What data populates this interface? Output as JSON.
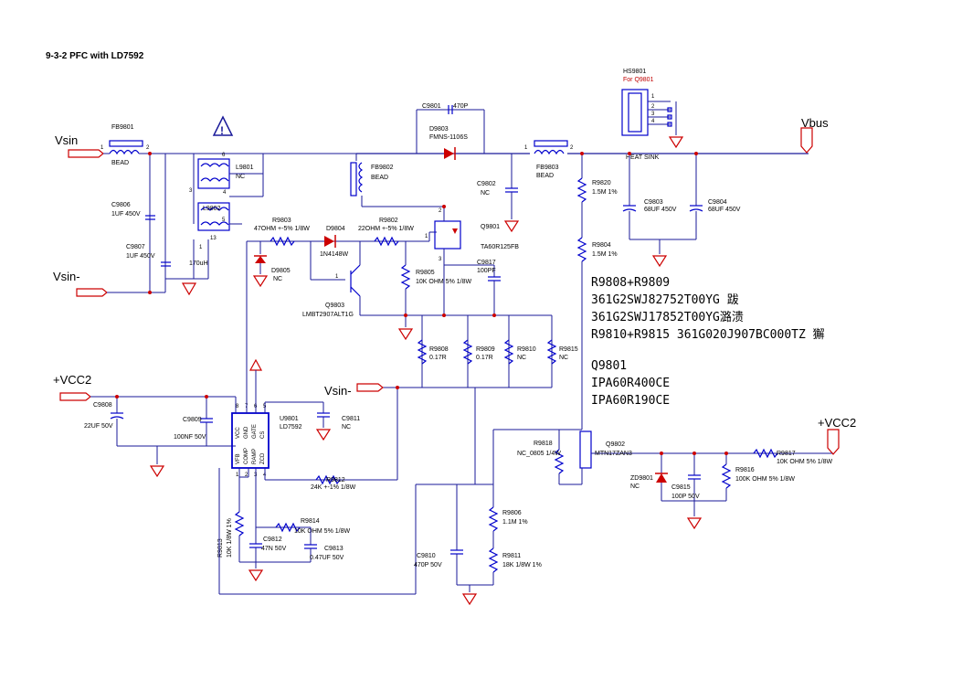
{
  "title": "9-3-2 PFC with LD7592",
  "nets": {
    "vsin_top": "Vsin",
    "vsin_minus": "Vsin-",
    "vsin_minus_mid": "Vsin-",
    "vbus": "Vbus",
    "vcc2_left": "+VCC2",
    "vcc2_right": "+VCC2"
  },
  "components": {
    "fb9801": {
      "ref": "FB9801",
      "value": "BEAD",
      "pin1": "1",
      "pin2": "2"
    },
    "c9806": {
      "ref": "C9806",
      "value": "1UF 450V"
    },
    "c9807": {
      "ref": "C9807",
      "value": "1UF 450V"
    },
    "l9801": {
      "ref": "L9801",
      "value": "NC",
      "pins": [
        "6",
        "3",
        "4",
        "1"
      ]
    },
    "l9802": {
      "ref": "L9802",
      "value": "170uH",
      "pins": [
        "5",
        "13",
        "1"
      ]
    },
    "fb9802": {
      "ref": "FB9802",
      "value": "BEAD"
    },
    "c9801": {
      "ref": "C9801",
      "value": "470P"
    },
    "d9803": {
      "ref": "D9803",
      "value": "FMNS-1106S"
    },
    "c9802": {
      "ref": "C9802",
      "value": "NC"
    },
    "fb9803": {
      "ref": "FB9803",
      "value": "BEAD",
      "pin1": "1",
      "pin2": "2"
    },
    "hs9801": {
      "ref": "HS9801",
      "value": "For Q9801",
      "pins": [
        "1",
        "2",
        "3",
        "4"
      ]
    },
    "heat_sink": {
      "label": "HEAT SINK"
    },
    "r9820": {
      "ref": "R9820",
      "value": "1.5M 1%"
    },
    "r9804": {
      "ref": "R9804",
      "value": "1.5M 1%"
    },
    "c9803": {
      "ref": "C9803",
      "value": "68UF 450V"
    },
    "c9804": {
      "ref": "C9804",
      "value": "68UF 450V"
    },
    "r9803": {
      "ref": "R9803",
      "value": "47OHM +-5% 1/8W"
    },
    "d9804": {
      "ref": "D9804",
      "value": "1N4148W"
    },
    "r9802": {
      "ref": "R9802",
      "value": "22OHM +-5% 1/8W"
    },
    "q9801": {
      "ref": "Q9801",
      "value": "TA60R125FB",
      "pins": [
        "1",
        "2",
        "3"
      ]
    },
    "d9805": {
      "ref": "D9805",
      "value": "NC"
    },
    "q9803": {
      "ref": "Q9803",
      "value": "LMBT2907ALT1G",
      "pin": "1"
    },
    "r9805": {
      "ref": "R9805",
      "value": "10K OHM 5% 1/8W"
    },
    "c9817": {
      "ref": "C9817",
      "value": "100PF"
    },
    "r9808": {
      "ref": "R9808",
      "value": "0.17R"
    },
    "r9809": {
      "ref": "R9809",
      "value": "0.17R"
    },
    "r9810": {
      "ref": "R9810",
      "value": "NC"
    },
    "r9815": {
      "ref": "R9815",
      "value": "NC"
    },
    "c9808": {
      "ref": "C9808",
      "value": "22UF 50V"
    },
    "c9809": {
      "ref": "C9809",
      "value": "100NF 50V"
    },
    "u9801": {
      "ref": "U9801",
      "value": "LD7592",
      "pins_top": [
        "8",
        "7",
        "6",
        "5"
      ],
      "pins_bottom": [
        "1",
        "2",
        "3",
        "4"
      ],
      "pin_names": [
        "VCC",
        "GND",
        "GATE",
        "CS",
        "VFB",
        "COMP",
        "RAMP",
        "ZCD"
      ]
    },
    "c9811": {
      "ref": "C9811",
      "value": "NC"
    },
    "r9812": {
      "ref": "R9812",
      "value": "24K +-1% 1/8W"
    },
    "r9813": {
      "ref": "R9813",
      "value": "10K 1/8W 1%"
    },
    "r9814": {
      "ref": "R9814",
      "value": "10K OHM 5% 1/8W"
    },
    "c9812": {
      "ref": "C9812",
      "value": "47N 50V"
    },
    "c9813": {
      "ref": "C9813",
      "value": "0.47UF 50V"
    },
    "c9810": {
      "ref": "C9810",
      "value": "470P 50V"
    },
    "r9806": {
      "ref": "R9806",
      "value": "1.1M 1%"
    },
    "r9811": {
      "ref": "R9811",
      "value": "18K 1/8W 1%"
    },
    "r9818": {
      "ref": "R9818",
      "value": "NC_0805 1/4W"
    },
    "q9802": {
      "ref": "Q9802",
      "value": "MTN17ZAN3"
    },
    "zd9801": {
      "ref": "ZD9801",
      "value": "NC"
    },
    "c9815": {
      "ref": "C9815",
      "value": "100P 50V"
    },
    "r9816": {
      "ref": "R9816",
      "value": "100K OHM 5% 1/8W"
    },
    "r9817": {
      "ref": "R9817",
      "value": "10K OHM 5% 1/8W"
    },
    "pin_labels": {
      "p1": "1",
      "p2": "2",
      "p3": "3",
      "p4": "4"
    }
  },
  "notes": [
    "R9808+R9809",
    "361G2SWJ82752T00YG  跋",
    "361G2SWJ17852T00YG潞溃",
    "R9810+R9815    361G020J907BC000TZ    獬",
    "Q9801",
    "IPA60R400CE",
    "IPA60R190CE"
  ]
}
